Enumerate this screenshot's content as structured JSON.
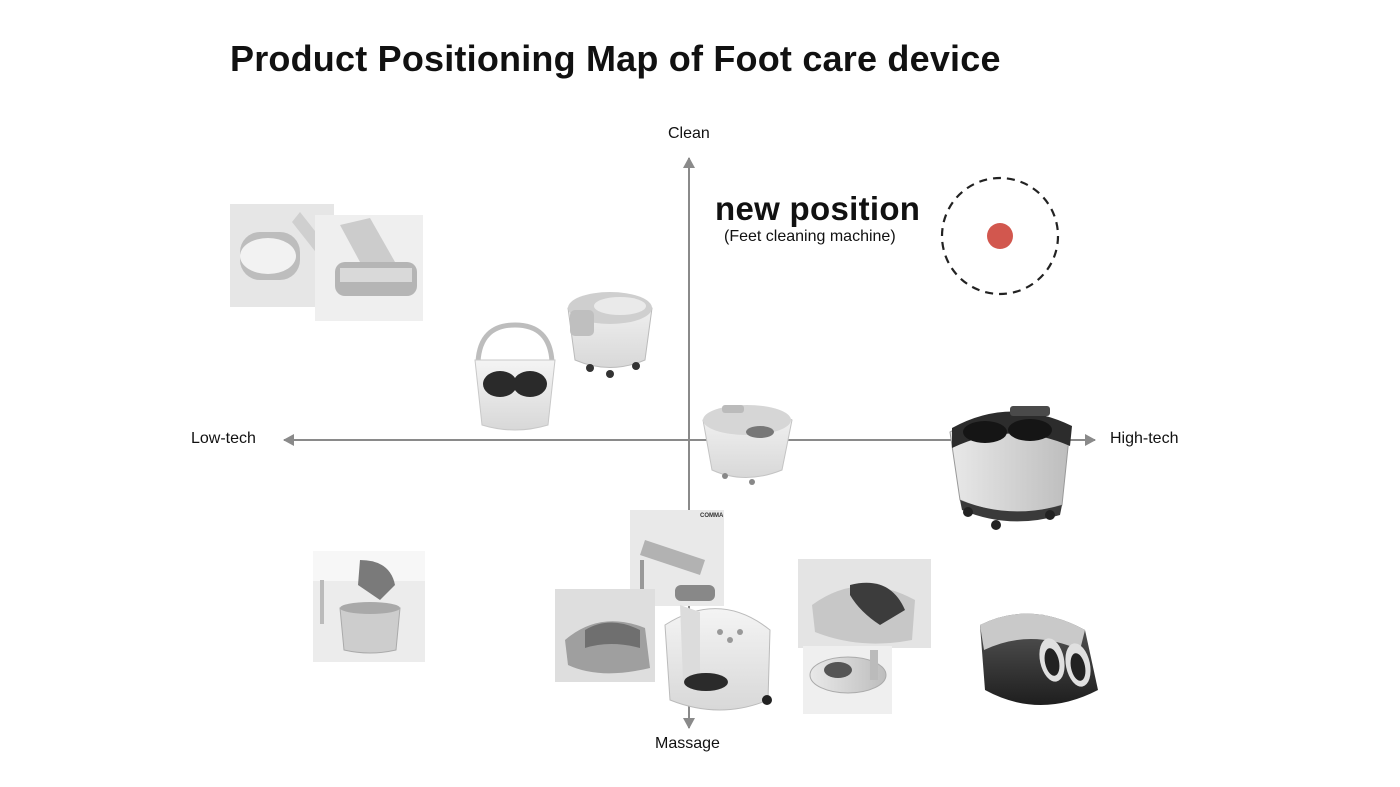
{
  "title": "Product Positioning Map of Foot care device",
  "axes": {
    "top": "Clean",
    "bottom": "Massage",
    "left": "Low-tech",
    "right": "High-tech"
  },
  "new_position": {
    "title": "new position",
    "subtitle": "(Feet cleaning machine)",
    "marker_color": "#d2574e"
  },
  "products": [
    {
      "name": "foot-scrub-brush-photo",
      "quadrant": "clean-lowtech"
    },
    {
      "name": "foot-bath-bucket-photo",
      "quadrant": "clean-lowtech"
    },
    {
      "name": "electric-foot-spa-photo",
      "quadrant": "clean-lowtech"
    },
    {
      "name": "compact-foot-spa-photo",
      "quadrant": "center"
    },
    {
      "name": "premium-foot-spa-photo",
      "quadrant": "hightech"
    },
    {
      "name": "wooden-foot-bath-photo",
      "quadrant": "massage-lowtech"
    },
    {
      "name": "slipper-massager-photo",
      "quadrant": "massage"
    },
    {
      "name": "foot-massager-photo",
      "quadrant": "massage"
    },
    {
      "name": "shiatsu-foot-massager-photo",
      "quadrant": "massage-hightech"
    },
    {
      "name": "boot-foot-massager-photo",
      "quadrant": "massage-hightech"
    }
  ],
  "photo_caption_brand": "COMMA"
}
